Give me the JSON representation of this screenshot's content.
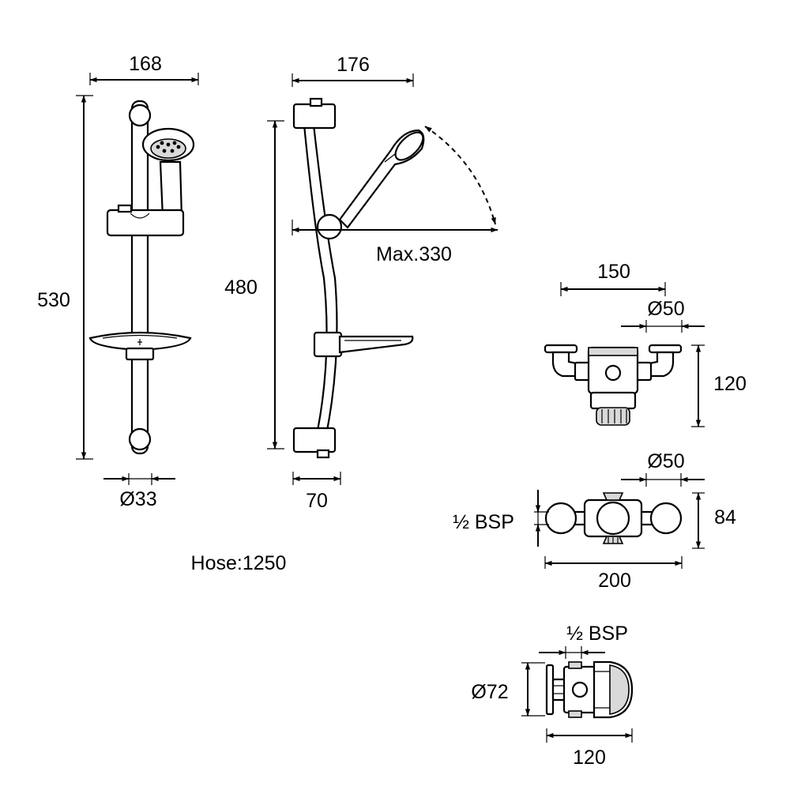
{
  "dimensions": {
    "kit_front_width": "168",
    "kit_front_height": "530",
    "rail_diameter": "Ø33",
    "kit_side_depth": "176",
    "kit_side_height": "480",
    "kit_side_max": "Max.330",
    "kit_side_bracket": "70",
    "hose": "Hose:1250",
    "valve_front_width": "150",
    "valve_front_diameter": "Ø50",
    "valve_front_height": "120",
    "valve_top_diameter": "Ø50",
    "valve_top_bsp": "½ BSP",
    "valve_top_height": "84",
    "valve_top_width": "200",
    "valve_side_bsp": "½ BSP",
    "valve_side_diameter": "Ø72",
    "valve_side_depth": "120"
  },
  "colors": {
    "line": "#000000",
    "fill_grey": "#d9d9d9",
    "background": "#ffffff"
  }
}
